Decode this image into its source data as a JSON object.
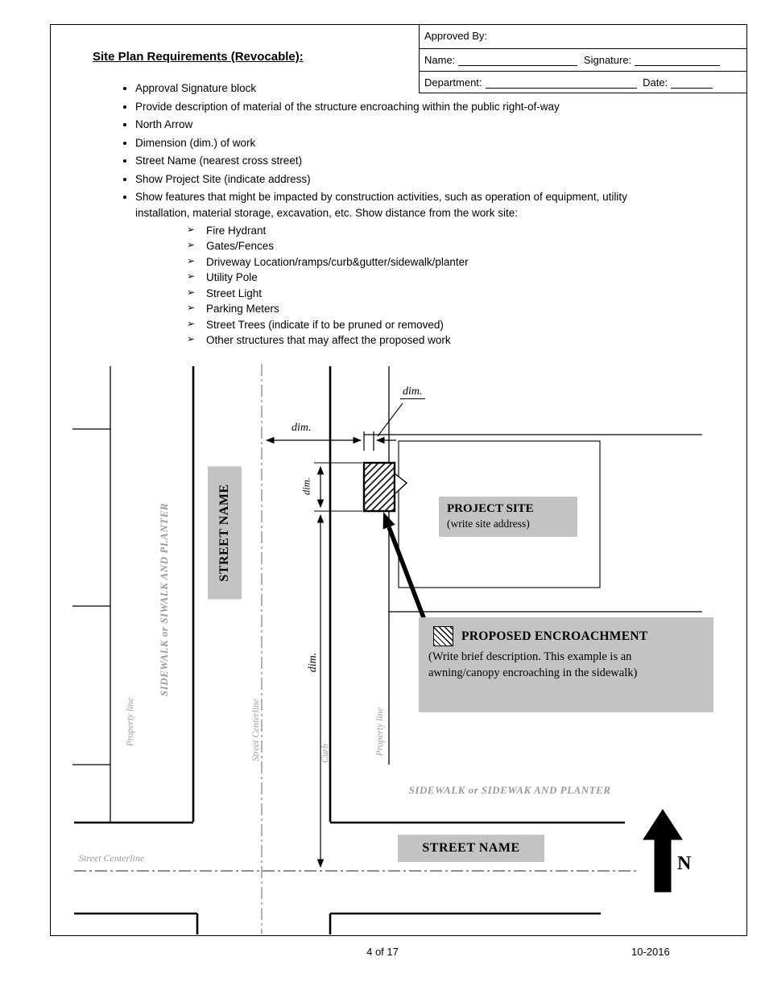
{
  "heading": "Site Plan Requirements (Revocable):",
  "approval_box": {
    "title": "Approved By:",
    "name_label": "Name:",
    "signature_label": "Signature:",
    "department_label": "Department:",
    "date_label": "Date:"
  },
  "requirements": {
    "items": [
      "Approval Signature block",
      "Provide description of material of the structure encroaching within the public right-of-way",
      "North Arrow",
      "Dimension (dim.) of work",
      "Street Name (nearest cross street)",
      "Show Project Site (indicate address)",
      "Show features that might be impacted by construction activities, such as operation of equipment, utility installation, material storage, excavation, etc.  Show distance from the work site:"
    ],
    "sub_marker": "➢",
    "sub_items": [
      "Fire Hydrant",
      "Gates/Fences",
      "Driveway Location/ramps/curb&gutter/sidewalk/planter",
      "Utility Pole",
      "Street Light",
      "Parking Meters",
      "Street Trees (indicate if to be pruned or removed)",
      "Other structures that may affect the proposed work"
    ]
  },
  "diagram": {
    "sidewalk_left": "SIDEWALK or SIWALK AND PLANTER",
    "sidewalk_bottom": "SIDEWALK or SIDEWAK AND PLANTER",
    "street_name_vertical": "STREET NAME",
    "street_name_horizontal": "STREET NAME",
    "street_centerline_vertical": "Street Centerline",
    "street_centerline_horizontal": "Street Centerline",
    "curb_label": "Curb",
    "property_line_left": "Property line",
    "property_line_right": "Property line",
    "dim_label": "dim.",
    "project_site": {
      "title": "PROJECT SITE",
      "subtitle": "(write site address)"
    },
    "encroachment": {
      "title": "PROPOSED ENCROACHMENT",
      "line1": "(Write brief description. This example is an",
      "line2": "awning/canopy encroaching in the sidewalk)"
    },
    "north_label": "N"
  },
  "footer": {
    "page_number": "4 of 17",
    "revision": "10-2016"
  },
  "colors": {
    "gray_box": "#c3c3c3",
    "gray_text": "#9a9a9a",
    "line": "#000000"
  }
}
